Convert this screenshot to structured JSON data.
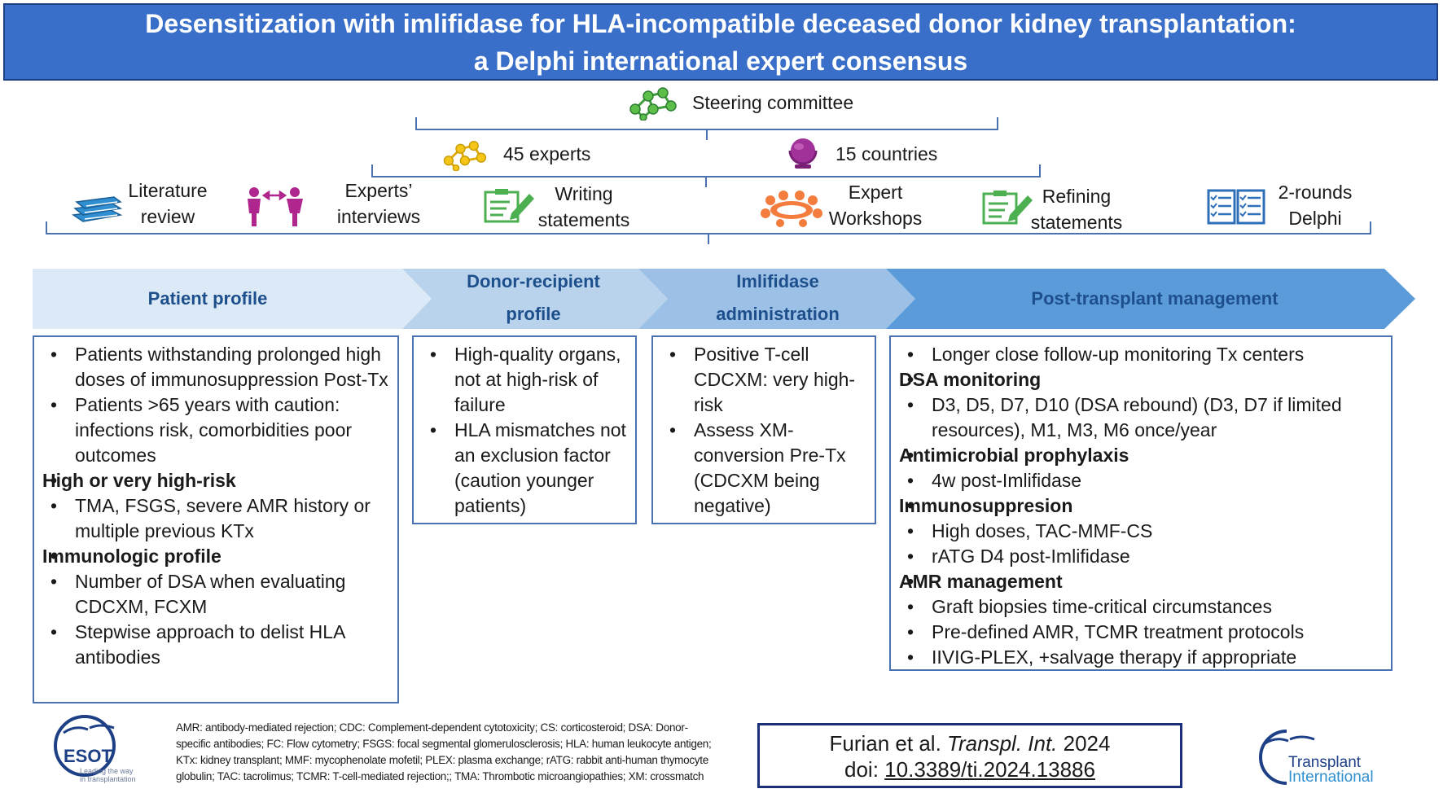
{
  "title": {
    "line1": "Desensitization with imlifidase for HLA-incompatible deceased donor kidney transplantation:",
    "line2": "a Delphi international expert consensus"
  },
  "hierarchy": {
    "steering": "Steering committee",
    "experts": "45 experts",
    "countries": "15 countries"
  },
  "steps": [
    {
      "line1": "Literature",
      "line2": "review",
      "icon": "books-icon"
    },
    {
      "line1": "Experts’",
      "line2": "interviews",
      "icon": "people-icon"
    },
    {
      "line1": "Writing",
      "line2": "statements",
      "icon": "clipboard-pen-icon"
    },
    {
      "line1": "Expert",
      "line2": "Workshops",
      "icon": "meeting-table-icon"
    },
    {
      "line1": "Refining",
      "line2": "statements",
      "icon": "clipboard-pen-icon"
    },
    {
      "line1": "2-rounds",
      "line2": "Delphi",
      "icon": "checklist-icon"
    }
  ],
  "stages": [
    {
      "line1": "Patient profile",
      "line2": ""
    },
    {
      "line1": "Donor-recipient",
      "line2": "profile"
    },
    {
      "line1": "Imlifidase",
      "line2": "administration"
    },
    {
      "line1": "Post-transplant management",
      "line2": ""
    }
  ],
  "boxes": {
    "patient": [
      {
        "type": "bullet",
        "text": "Patients withstanding prolonged high doses of immunosuppression Post-Tx"
      },
      {
        "type": "bullet",
        "text": "Patients >65 years with caution: infections risk, comorbidities poor outcomes"
      },
      {
        "type": "head",
        "text": "High or very high-risk"
      },
      {
        "type": "bullet",
        "text": "TMA, FSGS, severe AMR history or multiple previous KTx"
      },
      {
        "type": "head",
        "text": "Immunologic profile"
      },
      {
        "type": "bullet",
        "text": "Number of DSA when evaluating CDCXM, FCXM"
      },
      {
        "type": "bullet",
        "text": "Stepwise approach to delist HLA antibodies"
      }
    ],
    "donor": [
      {
        "type": "bullet",
        "text": "High-quality organs, not at high-risk of failure"
      },
      {
        "type": "bullet",
        "text": "HLA mismatches not an exclusion factor (caution younger patients)"
      }
    ],
    "imlifidase": [
      {
        "type": "bullet",
        "text": "Positive T-cell CDCXM: very high-risk"
      },
      {
        "type": "bullet",
        "text": "Assess XM-conversion Pre-Tx (CDCXM being negative)"
      }
    ],
    "post": [
      {
        "type": "bullet",
        "text": "Longer close follow-up monitoring Tx centers"
      },
      {
        "type": "head",
        "text": "DSA monitoring"
      },
      {
        "type": "bullet",
        "text": "D3, D5, D7, D10 (DSA rebound) (D3, D7 if limited resources), M1, M3, M6 once/year"
      },
      {
        "type": "head",
        "text": "Antimicrobial prophylaxis"
      },
      {
        "type": "bullet",
        "text": "4w post-Imlifidase"
      },
      {
        "type": "head",
        "text": "Immunosuppresion"
      },
      {
        "type": "bullet",
        "text": "High doses, TAC-MMF-CS"
      },
      {
        "type": "bullet",
        "text": " rATG D4 post-Imlifidase"
      },
      {
        "type": "head",
        "text": "AMR management"
      },
      {
        "type": "bullet",
        "text": "Graft biopsies time-critical circumstances"
      },
      {
        "type": "bullet",
        "text": "Pre-defined AMR, TCMR treatment protocols"
      },
      {
        "type": "bullet",
        "text": "IIVIG-PLEX, +salvage therapy if appropriate"
      }
    ]
  },
  "footnote": "AMR: antibody-mediated rejection; CDC: Complement-dependent cytotoxicity; CS: corticosteroid; DSA: Donor-specific antibodies; FC: Flow cytometry; FSGS: focal segmental glomerulosclerosis; HLA: human leukocyte antigen; KTx: kidney transplant; MMF: mycophenolate mofetil; PLEX: plasma exchange; rATG: rabbit anti-human thymocyte globulin; TAC: tacrolimus; TCMR: T-cell-mediated rejection;; TMA: Thrombotic microangiopathies; XM: crossmatch",
  "citation": {
    "authors": "Furian et al.",
    "journal": "Transpl. Int.",
    "year": "2024",
    "doi_prefix": "doi:",
    "doi": "10.3389/ti.2024.13886"
  },
  "logos": {
    "esot": {
      "name": "ESOT",
      "tagline1": "Leading the way",
      "tagline2": "in transplantation"
    },
    "ti": {
      "line1": "Transplant",
      "line2": "International"
    }
  },
  "colors": {
    "title_bg": "#3a6fc9",
    "bracket": "#4a72b2",
    "stage_text": "#1d4f8c",
    "stage1": "#dce9f6",
    "stage2": "#b9d3ec",
    "stage3": "#9dc1e6",
    "stage4": "#5b9bd9",
    "green_icon": "#4caf50",
    "gold_icon": "#f5c518",
    "orange_icon": "#f47c3c",
    "purple_icon": "#a0329a",
    "magenta_people": "#b0268f"
  }
}
